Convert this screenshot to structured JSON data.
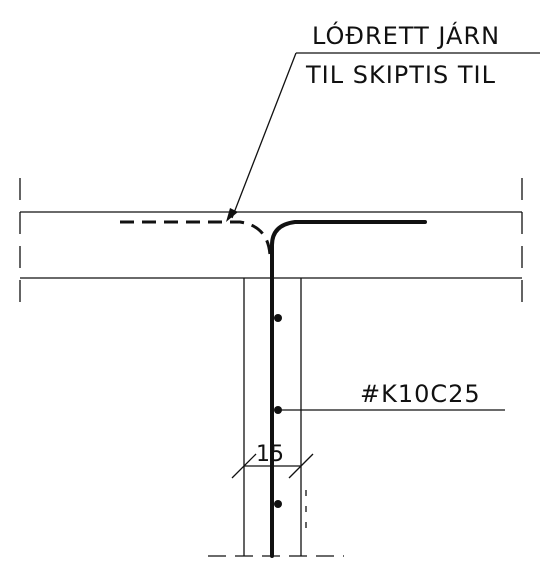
{
  "annotation": {
    "line1": "LÓÐRETT JÁRN",
    "line2": "TIL SKIPTIS TIL"
  },
  "rebar_label": "#K10C25",
  "dimension_label": "15",
  "colors": {
    "ink": "#111111",
    "background": "#ffffff"
  }
}
